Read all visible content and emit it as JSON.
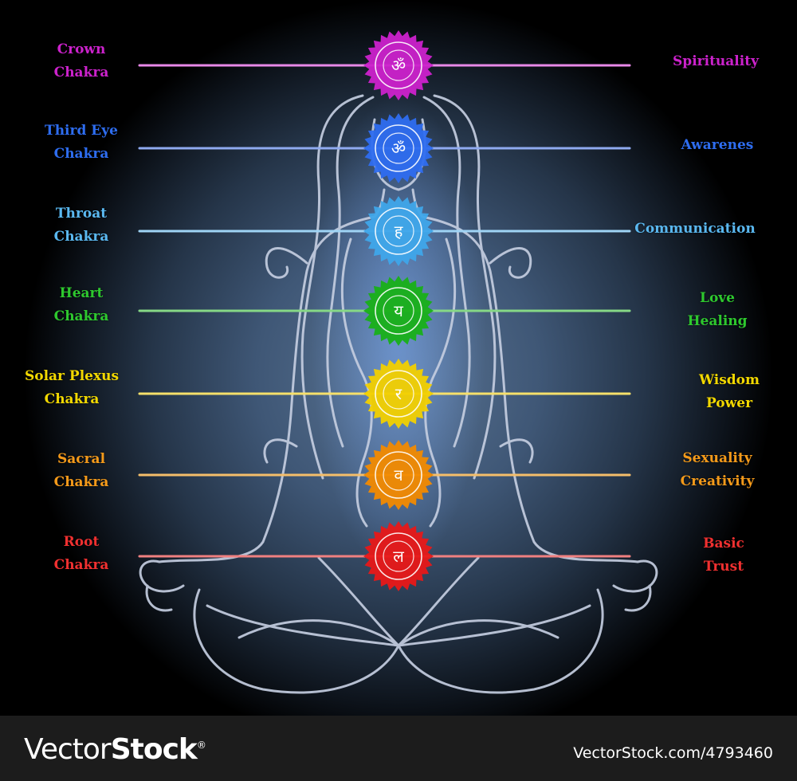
{
  "chakras": [
    {
      "name_line1": "Crown",
      "name_line2": "Chakra",
      "meaning_line1": "Spirituality",
      "meaning_line2": "",
      "color": "#cc22cc",
      "line_color": "#e889e8",
      "symbol": "ॐ"
    },
    {
      "name_line1": "Third Eye",
      "name_line2": "Chakra",
      "meaning_line1": "Awarenes",
      "meaning_line2": "",
      "color": "#2e6df0",
      "line_color": "#8faaf0",
      "symbol": "ॐ"
    },
    {
      "name_line1": "Throat",
      "name_line2": "Chakra",
      "meaning_line1": "Communication",
      "meaning_line2": "",
      "color": "#3fa6ea",
      "line_color": "#9fd4f5",
      "symbol": "ह"
    },
    {
      "name_line1": "Heart",
      "name_line2": "Chakra",
      "meaning_line1": "Love",
      "meaning_line2": "Healing",
      "color": "#18b018",
      "line_color": "#86d886",
      "symbol": "य"
    },
    {
      "name_line1": "Solar Plexus",
      "name_line2": "Chakra",
      "meaning_line1": "Wisdom",
      "meaning_line2": "Power",
      "color": "#f2d000",
      "line_color": "#f6e06a",
      "symbol": "र"
    },
    {
      "name_line1": "Sacral",
      "name_line2": "Chakra",
      "meaning_line1": "Sexuality",
      "meaning_line2": "Creativity",
      "color": "#f28a00",
      "line_color": "#f5be6a",
      "symbol": "व"
    },
    {
      "name_line1": "Root",
      "name_line2": "Chakra",
      "meaning_line1": "Basic",
      "meaning_line2": "Trust",
      "color": "#e81818",
      "line_color": "#f08080",
      "symbol": "ल"
    }
  ],
  "label_colors": [
    "#cc22cc",
    "#2e6df0",
    "#5ab8f0",
    "#2ec82e",
    "#f2d800",
    "#f49a1a",
    "#f03030"
  ],
  "footer": {
    "brand_part1": "Vector",
    "brand_part2": "Stock",
    "brand_mark": "®",
    "credit": "VectorStock.com/4793460"
  }
}
